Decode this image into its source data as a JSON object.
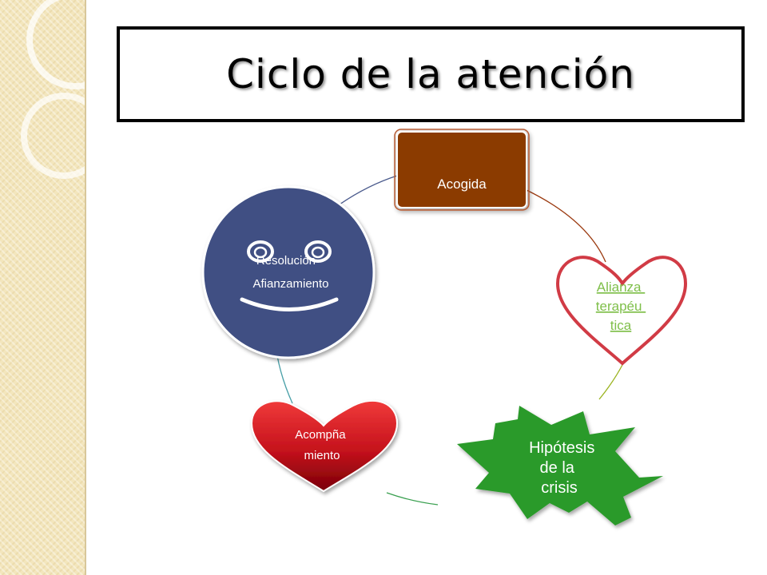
{
  "slide": {
    "title": "Ciclo de la atención"
  },
  "nodes": {
    "acogida": {
      "label": "Acogida",
      "color": "#8b3a06"
    },
    "alianza": {
      "lines": [
        "Alianza",
        "terapéu",
        "tica"
      ],
      "color": "#7fbf4a",
      "border": "#d13b45"
    },
    "hipotesis": {
      "lines": [
        "Hipótesis",
        "de la",
        "crisis"
      ],
      "color": "#2b9a2b"
    },
    "acompanamiento": {
      "lines": [
        "Acompña",
        "miento"
      ],
      "color": "#c0101a"
    },
    "resolucion": {
      "lines": [
        "Resolución",
        "Afianzamiento"
      ],
      "color": "#3f5083"
    }
  }
}
